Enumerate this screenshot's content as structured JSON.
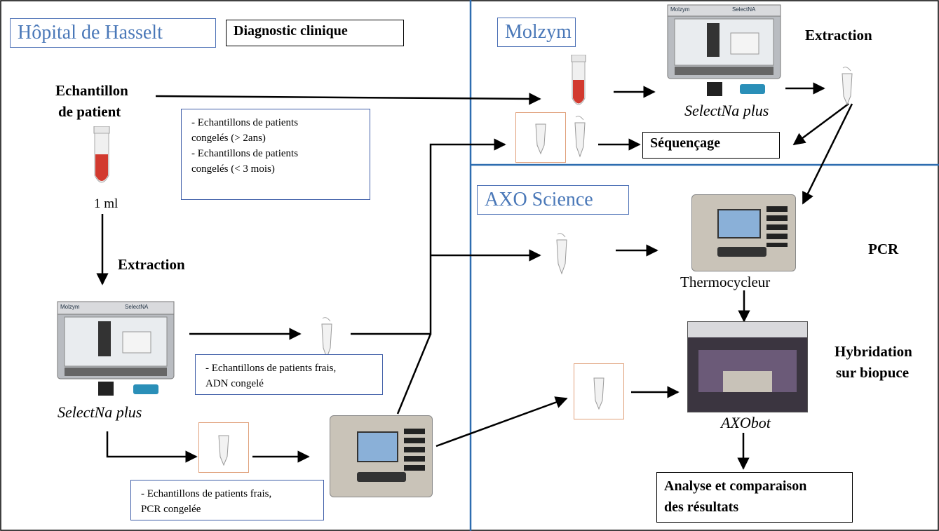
{
  "regions": {
    "hospital": "Hôpital de Hasselt",
    "molzym": "Molzym",
    "axo": "AXO Science"
  },
  "diagnostic": "Diagnostic clinique",
  "sample": {
    "line1": "Echantillon",
    "line2": "de patient",
    "volume": "1 ml"
  },
  "extraction_left": "Extraction",
  "extraction_right": "Extraction",
  "selectna_left": "SelectNa plus",
  "selectna_right": "SelectNa plus",
  "sequencing": "Séquençage",
  "frozen_box": {
    "line1": "- Echantillons de patients",
    "line2": "congelés (> 2ans)",
    "line3": "- Echantillons de patients",
    "line4": "congelés (< 3 mois)"
  },
  "fresh_dna_box": {
    "line1": "- Echantillons de patients frais,",
    "line2": "ADN congelé"
  },
  "fresh_pcr_box": {
    "line1": "- Echantillons de patients frais,",
    "line2": "PCR congelée"
  },
  "pcr": "PCR",
  "thermocycler": "Thermocycleur",
  "hybridation": {
    "line1": "Hybridation",
    "line2": "sur biopuce"
  },
  "axobot": "AXObot",
  "analysis": {
    "line1": "Analyse et comparaison",
    "line2": "des résultats"
  },
  "machine_labels": {
    "brand": "Molzym",
    "model": "SelectNA",
    "suffix": "plus"
  },
  "colors": {
    "divider": "#2e6db0",
    "title_text": "#4a78b8",
    "orange_border": "#e0a07a",
    "blood": "#d23a2f"
  }
}
